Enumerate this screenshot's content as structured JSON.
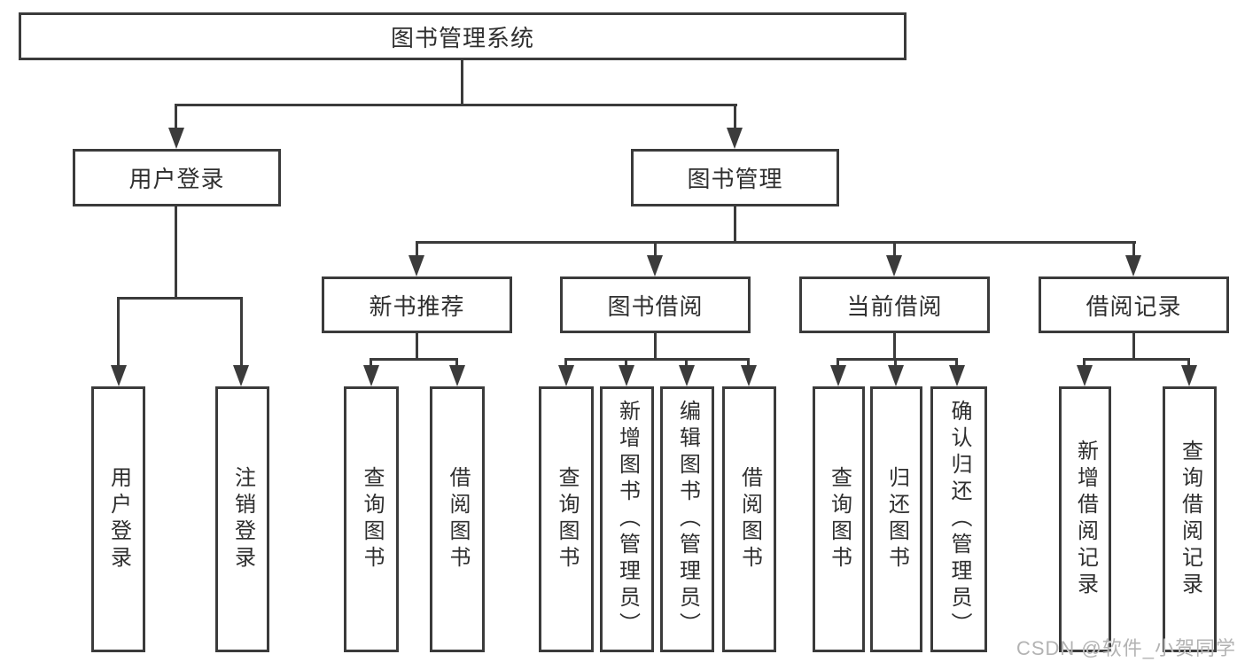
{
  "diagram": {
    "root": {
      "label": "图书管理系统"
    },
    "branches": [
      {
        "label": "用户登录",
        "children": [
          {
            "label": "用户登录"
          },
          {
            "label": "注销登录"
          }
        ]
      },
      {
        "label": "图书管理",
        "children": [
          {
            "label": "新书推荐",
            "children": [
              {
                "label": "查询图书"
              },
              {
                "label": "借阅图书"
              }
            ]
          },
          {
            "label": "图书借阅",
            "children": [
              {
                "label": "查询图书"
              },
              {
                "label": "新增图书（管理员）"
              },
              {
                "label": "编辑图书（管理员）"
              },
              {
                "label": "借阅图书"
              }
            ]
          },
          {
            "label": "当前借阅",
            "children": [
              {
                "label": "查询图书"
              },
              {
                "label": "归还图书"
              },
              {
                "label": "确认归还（管理员）"
              }
            ]
          },
          {
            "label": "借阅记录",
            "children": [
              {
                "label": "新增借阅记录"
              },
              {
                "label": "查询借阅记录"
              }
            ]
          }
        ]
      }
    ]
  },
  "watermark": {
    "text": "CSDN @软件_小贺同学"
  },
  "colors": {
    "line": "#3b3b3b",
    "text": "#2f2f2f",
    "bg": "#ffffff",
    "watermark": "#b3b3b3"
  }
}
